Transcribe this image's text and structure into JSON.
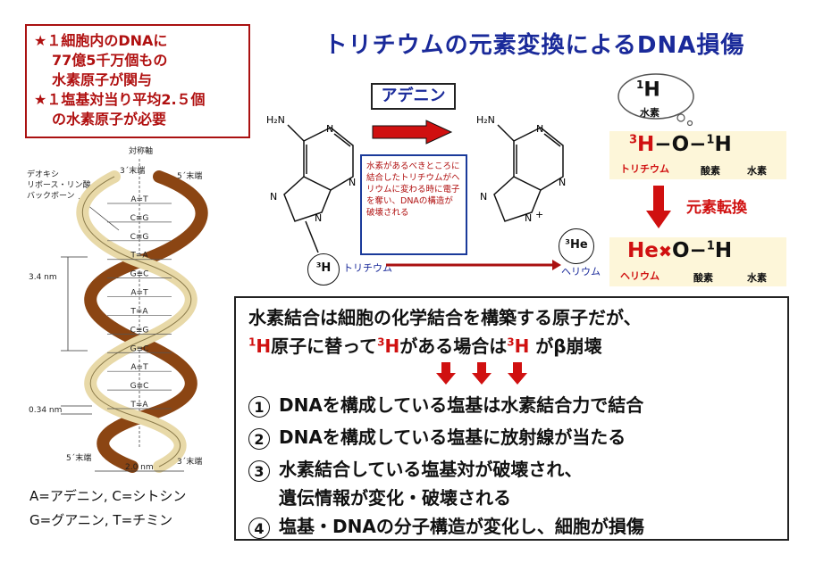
{
  "title": "トリチウムの元素変換によるDNA損傷",
  "note": {
    "line1": "★１細胞内のDNAに",
    "line2": "77億5千万個もの",
    "line3": "水素原子が関与",
    "line4": "★１塩基対当り平均2.５個",
    "line5": "の水素原子が必要"
  },
  "helix": {
    "axis": "対称軸",
    "top_3": "3´末端",
    "top_5": "5´末端",
    "backbone1": "デオキシ",
    "backbone2": "リボース・リン酸",
    "backbone3": "バックボーン",
    "pitch": "3.4 nm",
    "step": "0.34 nm",
    "bottom_5": "5´末端",
    "bottom_3": "3´末端",
    "width": "2.0 nm",
    "pairs": [
      "A=T",
      "C≡G",
      "C≡G",
      "T=A",
      "G≡C",
      "A=T",
      "T=A",
      "C≡G",
      "G≡C",
      "A=T",
      "G≡C",
      "T=A"
    ]
  },
  "legend": {
    "line1": "A=アデニン, C=シトシン",
    "line2": "G=グアニン, T=チミン"
  },
  "adenine_label": "アデニン",
  "explain_text": "水素があるべきところに結合したトリチウムがヘリウムに変わる時に電子を奪い、DNAの構造が破壊される",
  "molecule": {
    "h2n": "H₂N",
    "n": "N",
    "plus": "+",
    "h3": "³H",
    "he3": "³He",
    "tritium": "トリチウム",
    "helium": "ヘリウム"
  },
  "bubble": {
    "sup": "1",
    "h": "H",
    "label": "水素"
  },
  "formula1": {
    "h3_sup": "3",
    "h": "H",
    "dash1": "−",
    "o": "O",
    "dash2": "−",
    "h1_sup": "1",
    "h2": "H",
    "tritium": "トリチウム",
    "oxygen": "酸素",
    "hydrogen": "水素"
  },
  "conversion": "元素転換",
  "formula2": {
    "he": "He",
    "x": "✖",
    "o": "O",
    "dash": "−",
    "h1_sup": "1",
    "h": "H",
    "helium": "ヘリウム",
    "oxygen": "酸素",
    "hydrogen": "水素"
  },
  "main": {
    "l1": "水素結合は細胞の化学結合を構築する原子だが、",
    "l2a_sup": "1",
    "l2a": "H",
    "l2b": "原子に替って",
    "l2c_sup": "3",
    "l2c": "H",
    "l2d": "がある場合は",
    "l2e_sup": "3",
    "l2e": "H",
    "l2f": " がβ崩壊",
    "items": [
      {
        "num": "1",
        "text": "DNAを構成している塩基は水素結合力で結合"
      },
      {
        "num": "2",
        "text": "DNAを構成している塩基に放射線が当たる"
      },
      {
        "num": "3",
        "text": "水素結合している塩基対が破壊され、"
      },
      {
        "num": "",
        "text": "遺伝情報が変化・破壊される"
      },
      {
        "num": "4",
        "text": "塩基・DNAの分子構造が変化し、細胞が損傷"
      }
    ]
  },
  "colors": {
    "red": "#d01010",
    "blue": "#1a2a9a",
    "helix": "#b5651d",
    "panel": "#fdf6d9"
  }
}
